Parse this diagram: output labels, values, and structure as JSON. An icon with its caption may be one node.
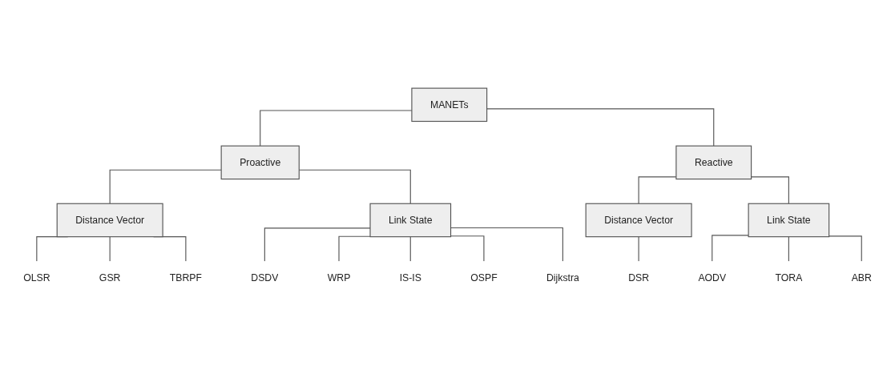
{
  "diagram": {
    "nodes": [
      {
        "text": [
          "MANETs"
        ]
      },
      {
        "text": [
          "Proactive"
        ]
      },
      {
        "text": [
          "Reactive"
        ]
      },
      {
        "text": [
          "Distance Vector"
        ]
      },
      {
        "text": [
          "Link State"
        ]
      },
      {
        "text": [
          "Distance Vector"
        ]
      },
      {
        "text": [
          "Link State"
        ]
      },
      {
        "text": [
          "OLSR"
        ]
      },
      {
        "text": [
          "GSR"
        ]
      },
      {
        "text": [
          "TBRPF"
        ]
      },
      {
        "text": [
          "DSDV"
        ]
      },
      {
        "text": [
          "WRP"
        ]
      },
      {
        "text": [
          "IS-IS"
        ]
      },
      {
        "text": [
          "OSPF"
        ]
      },
      {
        "text": [
          "Dijkstra"
        ]
      },
      {
        "text": [
          "DSR"
        ]
      },
      {
        "text": [
          "AODV"
        ]
      },
      {
        "text": [
          "TORA"
        ]
      },
      {
        "text": [
          "ABR"
        ]
      }
    ],
    "edges": [
      {
        "from": 0,
        "to": 1,
        "arrow": "none"
      },
      {
        "from": 0,
        "to": 2,
        "arrow": "none"
      },
      {
        "from": 1,
        "to": 3,
        "arrow": "none"
      },
      {
        "from": 1,
        "to": 4,
        "arrow": "none"
      },
      {
        "from": 2,
        "to": 5,
        "arrow": "none"
      },
      {
        "from": 2,
        "to": 6,
        "arrow": "none"
      },
      {
        "from": 3,
        "to": 7,
        "arrow": "none"
      },
      {
        "from": 3,
        "to": 8,
        "arrow": "none"
      },
      {
        "from": 3,
        "to": 9,
        "arrow": "none"
      },
      {
        "from": 4,
        "to": 10,
        "arrow": "none"
      },
      {
        "from": 4,
        "to": 11,
        "arrow": "none"
      },
      {
        "from": 4,
        "to": 12,
        "arrow": "none"
      },
      {
        "from": 4,
        "to": 13,
        "arrow": "none"
      },
      {
        "from": 4,
        "to": 14,
        "arrow": "none"
      },
      {
        "from": 5,
        "to": 15,
        "arrow": "none"
      },
      {
        "from": 6,
        "to": 16,
        "arrow": "none"
      },
      {
        "from": 6,
        "to": 17,
        "arrow": "none"
      },
      {
        "from": 6,
        "to": 18,
        "arrow": "none"
      }
    ]
  }
}
